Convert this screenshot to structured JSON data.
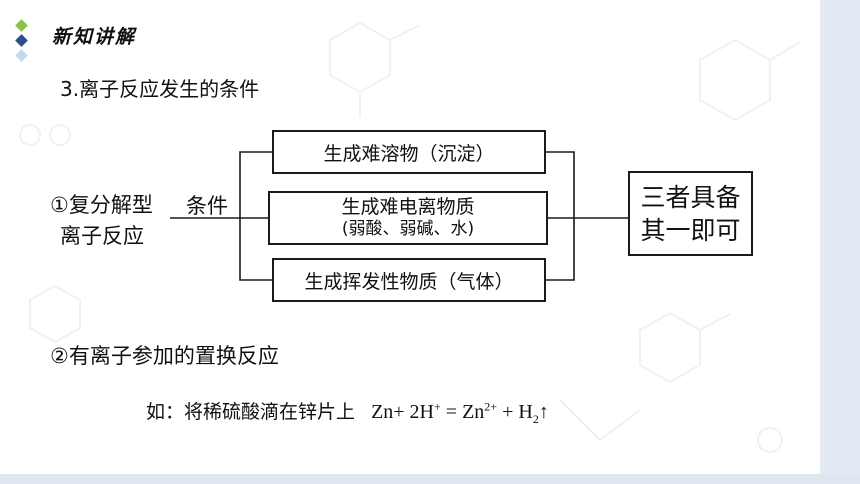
{
  "header": {
    "section_title": "新知讲解"
  },
  "heading": "3.离子反应发生的条件",
  "diagram": {
    "left_label_line1": "①复分解型",
    "left_label_line2": "离子反应",
    "condition_label": "条件",
    "box1": "生成难溶物（沉淀）",
    "box2_line1": "生成难电离物质",
    "box2_line2": "(弱酸、弱碱、水)",
    "box3": "生成挥发性物质（气体）",
    "box4_line1": "三者具备",
    "box4_line2": "其一即可"
  },
  "item2": "②有离子参加的置换反应",
  "example": {
    "prefix": "如：将稀硫酸滴在锌片上",
    "eq": {
      "a": "Zn+ 2H",
      "a_sup": "+",
      "b": " = Zn",
      "b_sup": "2+",
      "c": " + H",
      "c_sub": "2",
      "arrow": "↑"
    }
  },
  "colors": {
    "diamond_green": "#8bc34a",
    "diamond_blue": "#2d4f8e",
    "diamond_light": "#c7d7ec"
  }
}
